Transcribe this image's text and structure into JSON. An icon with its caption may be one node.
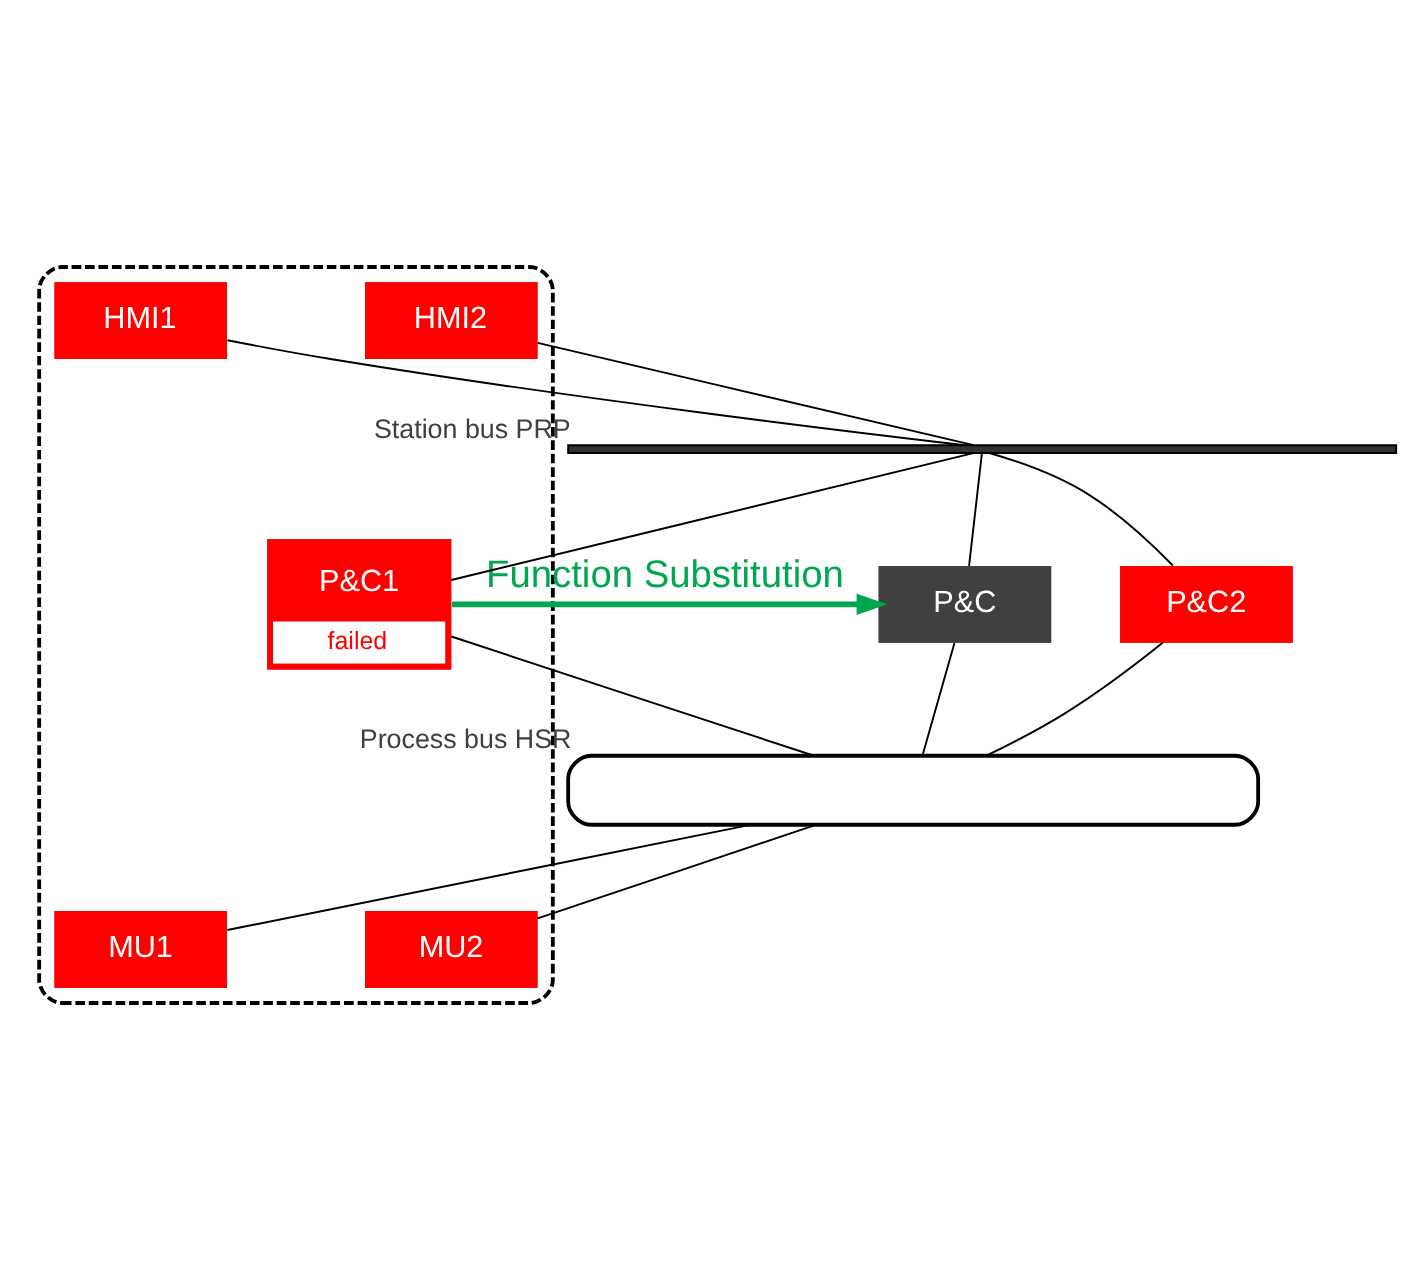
{
  "diagram": {
    "nodes": [
      {
        "text": [],
        "shape": "cloud"
      },
      {
        "text": [
          "HMI1"
        ],
        "in": 0
      },
      {
        "text": [
          "HMI2"
        ],
        "in": 0
      },
      {
        "text": [],
        "shape": "bar",
        "beside": [
          "Station bus PRP"
        ]
      },
      {
        "text": [
          "P&C"
        ]
      },
      {
        "text": [
          "P&C1",
          "failed"
        ],
        "in": 0
      },
      {
        "text": [
          "P&C2"
        ]
      },
      {
        "text": [],
        "shape": "box",
        "beside": [
          "Process bus HSR"
        ]
      },
      {
        "text": [
          "MU1"
        ],
        "in": 0
      },
      {
        "text": [
          "MU2"
        ],
        "in": 0
      }
    ],
    "edges": [
      {
        "from": 1,
        "to": 3,
        "arrow": "none"
      },
      {
        "from": 2,
        "to": 3,
        "arrow": "none"
      },
      {
        "from": 3,
        "to": 4,
        "arrow": "none"
      },
      {
        "from": 3,
        "to": 5,
        "arrow": "none"
      },
      {
        "from": 3,
        "to": 6,
        "arrow": "none"
      },
      {
        "from": 4,
        "to": 7,
        "arrow": "none"
      },
      {
        "from": 5,
        "to": 7,
        "arrow": "none"
      },
      {
        "from": 6,
        "to": 7,
        "arrow": "none"
      },
      {
        "from": 7,
        "to": 8,
        "arrow": "none"
      },
      {
        "from": 7,
        "to": 9,
        "arrow": "none"
      },
      {
        "from": 5,
        "to": 4,
        "arrow": "to",
        "label": "Function Substitution",
        "style": "thick",
        "color": "#00a650"
      }
    ]
  }
}
